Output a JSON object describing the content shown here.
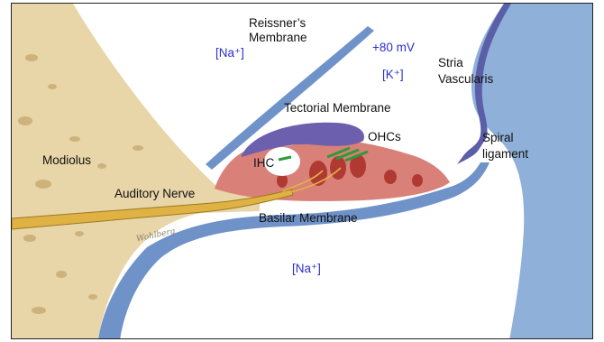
{
  "labels": {
    "reissner_line1": "Reissner’s",
    "reissner_line2": "Membrane",
    "na_top": "[Na⁺]",
    "voltage": "+80 mV",
    "k_ion": "[K⁺]",
    "stria_line1": "Stria",
    "stria_line2": "Vascularis",
    "tectorial": "Tectorial Membrane",
    "ohcs": "OHCs",
    "ihc": "IHC",
    "modiolus": "Modiolus",
    "spiral_line1": "Spiral",
    "spiral_line2": "ligament",
    "auditory_nerve": "Auditory Nerve",
    "basilar": "Basilar Membrane",
    "na_bottom": "[Na⁺]"
  },
  "signature": "Wohlberg",
  "colors": {
    "bone": "#e8d5a8",
    "bone_pore": "#cdb27c",
    "membrane_blue": "#6f92c8",
    "ligament_blue": "#8fb0d8",
    "stria_purple": "#5a5fa8",
    "tectorial_purple": "#6c5fae",
    "organ_pink": "#d98078",
    "cell_red": "#b03a32",
    "nerve_gold": "#e0b244",
    "hair_green": "#2e9a3a",
    "ion_blue": "#2b2fd0"
  }
}
